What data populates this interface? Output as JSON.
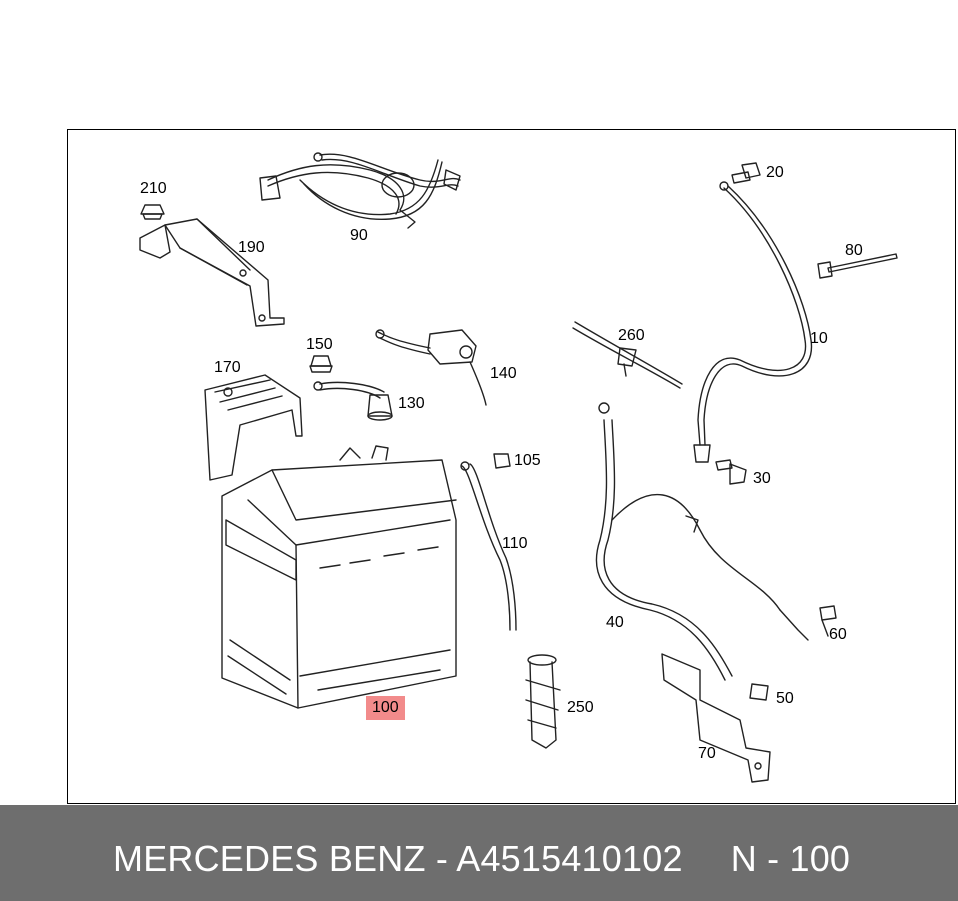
{
  "diagram": {
    "highlight_color": "#f28b8b",
    "highlighted_part": "100",
    "parts": [
      {
        "id": "p210",
        "label": "210"
      },
      {
        "id": "p190",
        "label": "190"
      },
      {
        "id": "p90",
        "label": "90"
      },
      {
        "id": "p20",
        "label": "20"
      },
      {
        "id": "p80",
        "label": "80"
      },
      {
        "id": "p10",
        "label": "10"
      },
      {
        "id": "p150",
        "label": "150"
      },
      {
        "id": "p140",
        "label": "140"
      },
      {
        "id": "p260",
        "label": "260"
      },
      {
        "id": "p170",
        "label": "170"
      },
      {
        "id": "p130",
        "label": "130"
      },
      {
        "id": "p105",
        "label": "105"
      },
      {
        "id": "p30",
        "label": "30"
      },
      {
        "id": "p110",
        "label": "110"
      },
      {
        "id": "p40",
        "label": "40"
      },
      {
        "id": "p60",
        "label": "60"
      },
      {
        "id": "p50",
        "label": "50"
      },
      {
        "id": "p100",
        "label": "100"
      },
      {
        "id": "p250",
        "label": "250"
      },
      {
        "id": "p70",
        "label": "70"
      }
    ]
  },
  "footer": {
    "background": "#6e6e6e",
    "brand_part": "MERCEDES BENZ - A4515410102",
    "position_ref": "N - 100"
  }
}
